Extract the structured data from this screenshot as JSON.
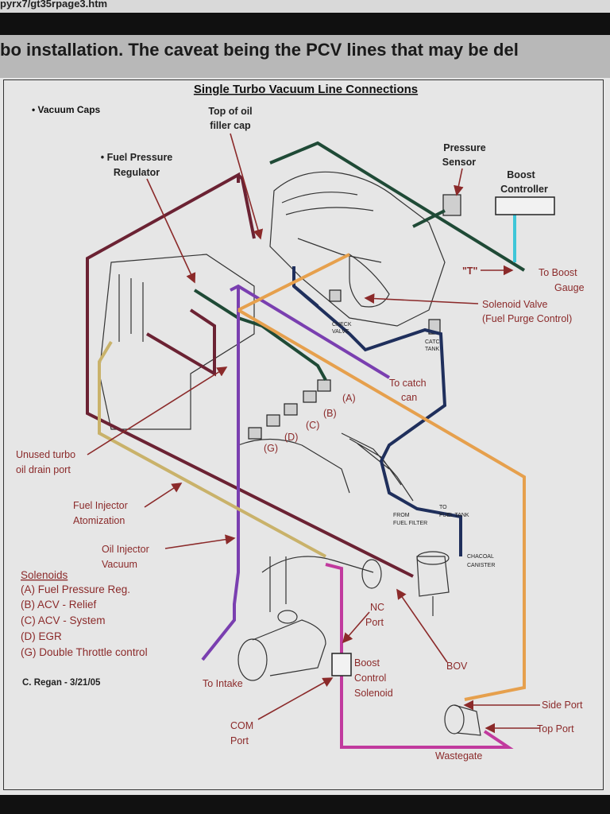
{
  "browser": {
    "url_fragment": "pyrx7/gt35rpage3.htm"
  },
  "background": {
    "caption": "bo installation. The caveat being the PCV lines that may be del"
  },
  "diagram": {
    "title": "Single Turbo Vacuum Line Connections",
    "legend_caps": "• Vacuum Caps",
    "labels": {
      "top_oil_1": "Top of oil",
      "top_oil_2": "filler cap",
      "fpr_1": "• Fuel Pressure",
      "fpr_2": "Regulator",
      "pressure_sensor_1": "Pressure",
      "pressure_sensor_2": "Sensor",
      "boost_controller_1": "Boost",
      "boost_controller_2": "Controller",
      "t": "\"T\"",
      "to_boost_gauge_1": "To Boost",
      "to_boost_gauge_2": "Gauge",
      "solenoid_valve_1": "Solenoid Valve",
      "solenoid_valve_2": "(Fuel Purge Control)",
      "check_valve_1": "CHECK",
      "check_valve_2": "VALVE",
      "catch_tank_1": "CATC",
      "catch_tank_2": "TANK",
      "to_catch_1": "To catch",
      "to_catch_2": "can",
      "sol_a": "(A)",
      "sol_b": "(B)",
      "sol_c": "(C)",
      "sol_d": "(D)",
      "sol_g": "(G)",
      "unused_1": "Unused turbo",
      "unused_2": "oil drain port",
      "fuel_inj_1": "Fuel Injector",
      "fuel_inj_2": "Atomization",
      "oil_inj_1": "Oil Injector",
      "oil_inj_2": "Vacuum",
      "from_filter_1": "FROM",
      "from_filter_2": "FUEL FILTER",
      "to_tank_1": "TO",
      "to_tank_2": "FUEL TANK",
      "charcoal_1": "CHACOAL",
      "charcoal_2": "CANISTER",
      "nc_1": "NC",
      "nc_2": "Port",
      "bov": "BOV",
      "boost_sol_1": "Boost",
      "boost_sol_2": "Control",
      "boost_sol_3": "Solenoid",
      "to_intake": "To Intake",
      "com_1": "COM",
      "com_2": "Port",
      "side_port": "Side Port",
      "top_port": "Top Port",
      "wastegate": "Wastegate",
      "credit": "C. Regan - 3/21/05"
    },
    "solenoids": {
      "heading": "Solenoids",
      "items": [
        "(A) Fuel Pressure Reg.",
        "(B) ACV - Relief",
        "(C) ACV - System",
        "(D) EGR",
        "(G) Double Throttle control"
      ]
    },
    "colors": {
      "red_arrow": "#8b2a2a",
      "maroon_line": "#6b2233",
      "green_line": "#1f4a36",
      "navy_line": "#1f2f5c",
      "purple_line": "#7a3fb0",
      "orange_line": "#e6a04d",
      "magenta_line": "#c13a9e",
      "cyan_line": "#3fc6d8",
      "tan_line": "#c9b26a"
    }
  }
}
